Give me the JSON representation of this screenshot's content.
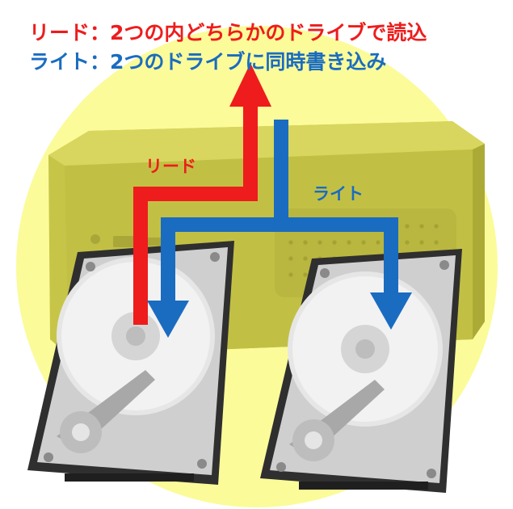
{
  "captions": {
    "read": "リード：2つの内どちらかのドライブで読込",
    "write": "ライト：2つのドライブに同時書き込み"
  },
  "labels": {
    "read": "リード",
    "write": "ライト"
  },
  "colors": {
    "read": "#ee1c1c",
    "write": "#1a6cc0",
    "background_circle": "#fbfb9a",
    "enclosure": "#c9c748",
    "drive_frame": "#3a3a3a",
    "platter": "#d8d8d8"
  },
  "icons": {
    "enclosure": "mini-pc-enclosure-icon",
    "drive": "hard-disk-drive-icon"
  }
}
